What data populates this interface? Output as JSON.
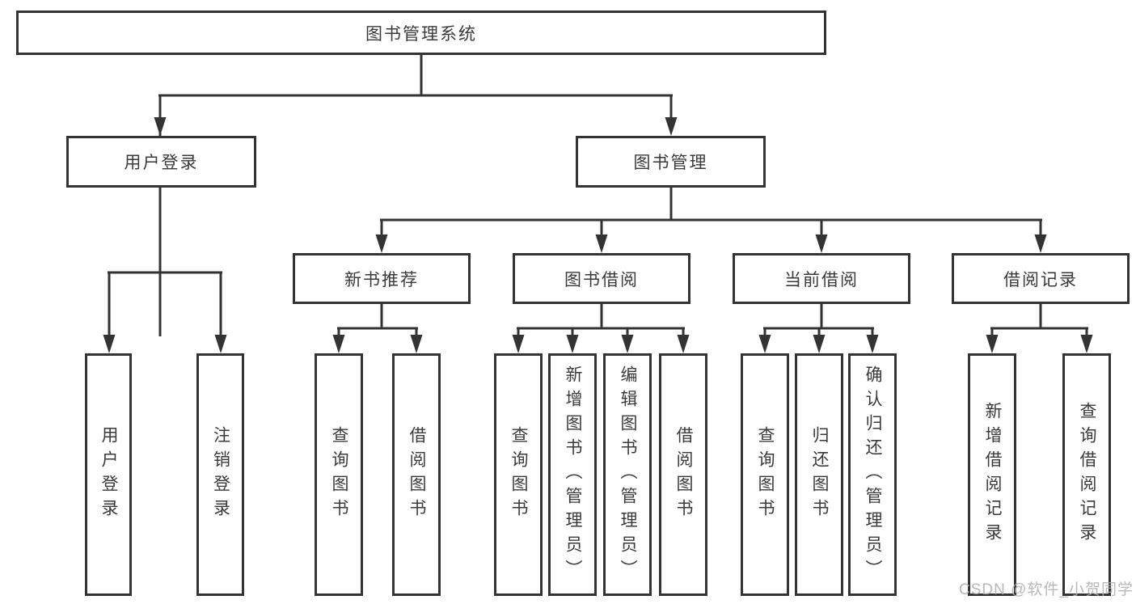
{
  "colors": {
    "line": "#333333",
    "text": "#3a3a3a",
    "background": "#ffffff",
    "watermark": "#b1b1b1"
  },
  "watermark": {
    "text": "CSDN @软件_小贺同学"
  },
  "nodes": {
    "root": {
      "label": "图书管理系统"
    },
    "level2": [
      {
        "label": "用户登录"
      },
      {
        "label": "图书管理"
      }
    ],
    "level3": [
      {
        "label": "新书推荐"
      },
      {
        "label": "图书借阅"
      },
      {
        "label": "当前借阅"
      },
      {
        "label": "借阅记录"
      }
    ],
    "leaves": {
      "user_login": [
        {
          "label": "用户登录"
        },
        {
          "label": "注销登录"
        }
      ],
      "new_books": [
        {
          "label": "查询图书"
        },
        {
          "label": "借阅图书"
        }
      ],
      "book_borrow": [
        {
          "label": "查询图书"
        },
        {
          "label": "新增图书（管理员）"
        },
        {
          "label": "编辑图书（管理员）"
        },
        {
          "label": "借阅图书"
        }
      ],
      "current_borrow": [
        {
          "label": "查询图书"
        },
        {
          "label": "归还图书"
        },
        {
          "label": "确认归还（管理员）"
        }
      ],
      "borrow_records": [
        {
          "label": "新增借阅记录"
        },
        {
          "label": "查询借阅记录"
        }
      ]
    }
  }
}
